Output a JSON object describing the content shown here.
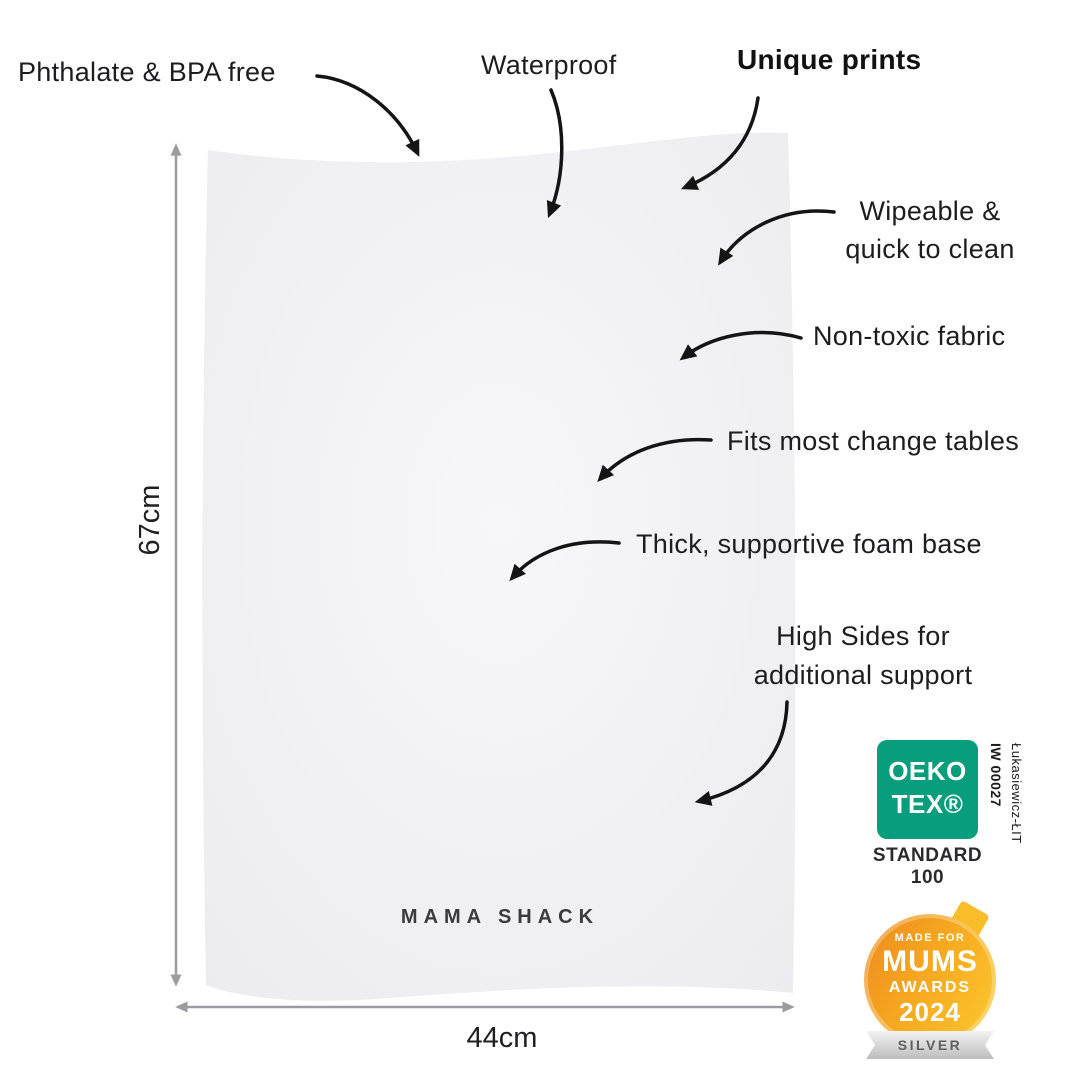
{
  "callouts": {
    "phthalate": "Phthalate & BPA free",
    "waterproof": "Waterproof",
    "unique_prints": "Unique prints",
    "wipeable_line1": "Wipeable &",
    "wipeable_line2": "quick to clean",
    "non_toxic": "Non-toxic fabric",
    "fits_tables": "Fits most change tables",
    "foam_base": "Thick, supportive foam base",
    "high_sides_line1": "High Sides for",
    "high_sides_line2": "additional support"
  },
  "dimensions": {
    "height": "67cm",
    "width": "44cm"
  },
  "product": {
    "brand": "MAMA SHACK",
    "mat_color": "#f1f1f4"
  },
  "badges": {
    "oeko_tex": {
      "name_line1": "OEKO",
      "name_line2": "TEX®",
      "cert_number": "IW 00027",
      "institute": "Łukasiewicz-ŁIT",
      "standard_word": "STANDARD",
      "standard_number": "100",
      "green": "#089e7d"
    },
    "made_for_mums": {
      "made_for": "MADE FOR",
      "mums": "MUMS",
      "awards": "AWARDS",
      "year": "2024",
      "award_level": "SILVER",
      "orange": "#f7ab20",
      "ribbon_silver": "#c9c9c9"
    }
  }
}
